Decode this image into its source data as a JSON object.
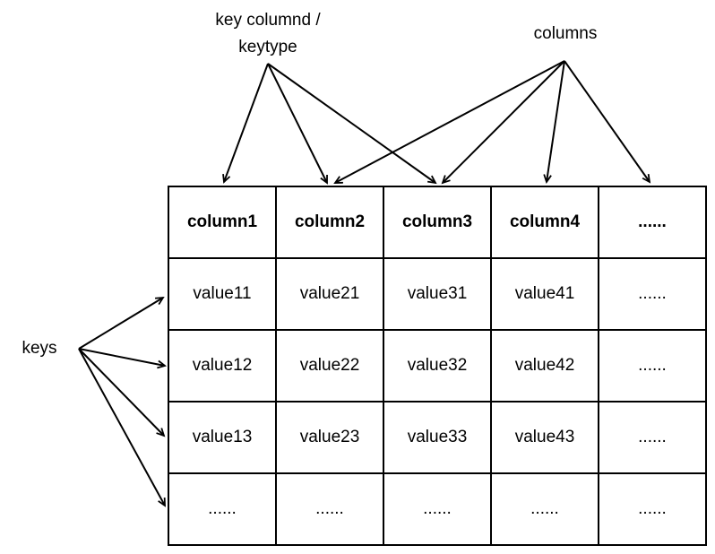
{
  "canvas": {
    "background_color": "#ffffff",
    "line_color": "#000000"
  },
  "labels": {
    "key_label": {
      "line1": "key columnd /",
      "line2": "keytype"
    },
    "columns_label": {
      "text": "columns"
    },
    "keys_label": {
      "text": "keys"
    }
  },
  "table": {
    "headers": [
      "column1",
      "column2",
      "column3",
      "column4",
      "......"
    ],
    "rows": [
      [
        "value11",
        "value21",
        "value31",
        "value41",
        "......"
      ],
      [
        "value12",
        "value22",
        "value32",
        "value42",
        "......"
      ],
      [
        "value13",
        "value23",
        "value33",
        "value43",
        "......"
      ],
      [
        "......",
        "......",
        "......",
        "......",
        "......"
      ]
    ]
  },
  "connections": [
    {
      "from": "key-columnd-keytype-label",
      "to": [
        "column1-header",
        "column2-header",
        "column3-header"
      ]
    },
    {
      "from": "columns-label",
      "to": [
        "column2-header",
        "column3-header",
        "column4-header",
        "column5-header"
      ]
    },
    {
      "from": "keys-label",
      "to": [
        "row1",
        "row2",
        "row3",
        "row4"
      ]
    }
  ]
}
